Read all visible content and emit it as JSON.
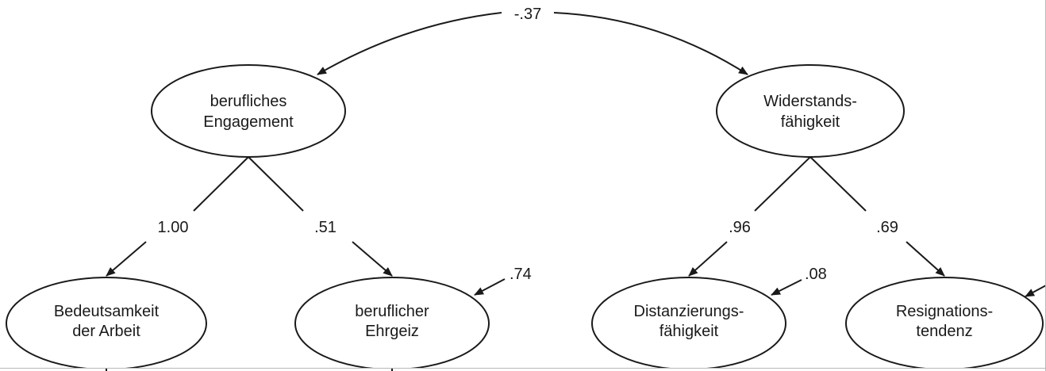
{
  "diagram": {
    "nodes": {
      "engagement": {
        "line1": "berufliches",
        "line2": "Engagement"
      },
      "resilience": {
        "line1": "Widerstands-",
        "line2": "fähigkeit"
      },
      "meaning": {
        "line1": "Bedeutsamkeit",
        "line2": "der Arbeit"
      },
      "ambition": {
        "line1": "beruflicher",
        "line2": "Ehrgeiz"
      },
      "distancing": {
        "line1": "Distanzierungs-",
        "line2": "fähigkeit"
      },
      "resignation": {
        "line1": "Resignations-",
        "line2": "tendenz"
      }
    },
    "coefficients": {
      "correlation": "-.37",
      "eng_meaning": "1.00",
      "eng_ambition": ".51",
      "res_distancing": ".96",
      "res_resignation": ".69",
      "ambition_residual": ".74",
      "distancing_residual": ".08"
    }
  }
}
